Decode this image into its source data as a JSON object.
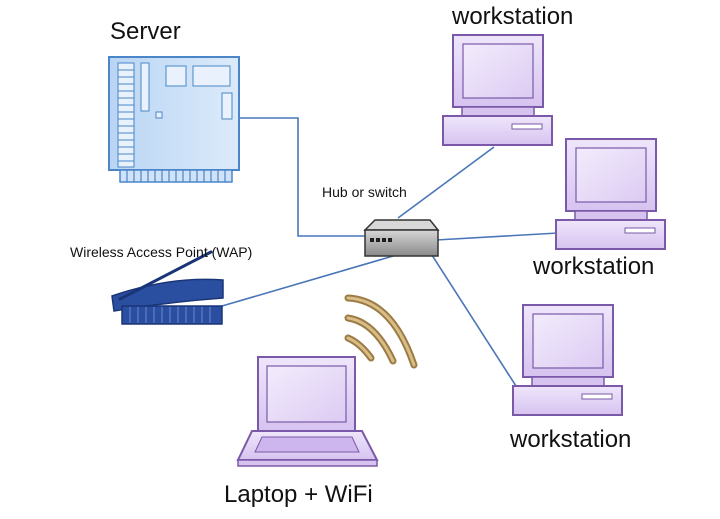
{
  "diagram": {
    "nodes": {
      "server": {
        "label": "Server",
        "icon": "server-icon"
      },
      "hub": {
        "label": "Hub or switch",
        "icon": "network-switch-icon"
      },
      "wap": {
        "label": "Wireless Access Point (WAP)",
        "icon": "wireless-access-point-icon"
      },
      "workstation_top": {
        "label": "workstation",
        "icon": "desktop-computer-icon"
      },
      "workstation_middle": {
        "label": "workstation",
        "icon": "desktop-computer-icon"
      },
      "workstation_bottom": {
        "label": "workstation",
        "icon": "desktop-computer-icon"
      },
      "laptop": {
        "label": "Laptop + WiFi",
        "icon": "laptop-icon"
      },
      "wifi": {
        "icon": "wifi-signal-icon"
      }
    },
    "connections": [
      [
        "hub",
        "server"
      ],
      [
        "hub",
        "wap"
      ],
      [
        "hub",
        "workstation_top"
      ],
      [
        "hub",
        "workstation_middle"
      ],
      [
        "hub",
        "workstation_bottom"
      ]
    ],
    "colors": {
      "link": "#4a76b8",
      "server_fill": "#cfe2f7",
      "server_stroke": "#4a86c8",
      "computer_fill": "#e4d6f7",
      "computer_stroke": "#7a5aa8",
      "switch_fill": "#9a9a9a",
      "wap_fill": "#2b4fa0",
      "wifi_arc": "#b89a62"
    }
  }
}
